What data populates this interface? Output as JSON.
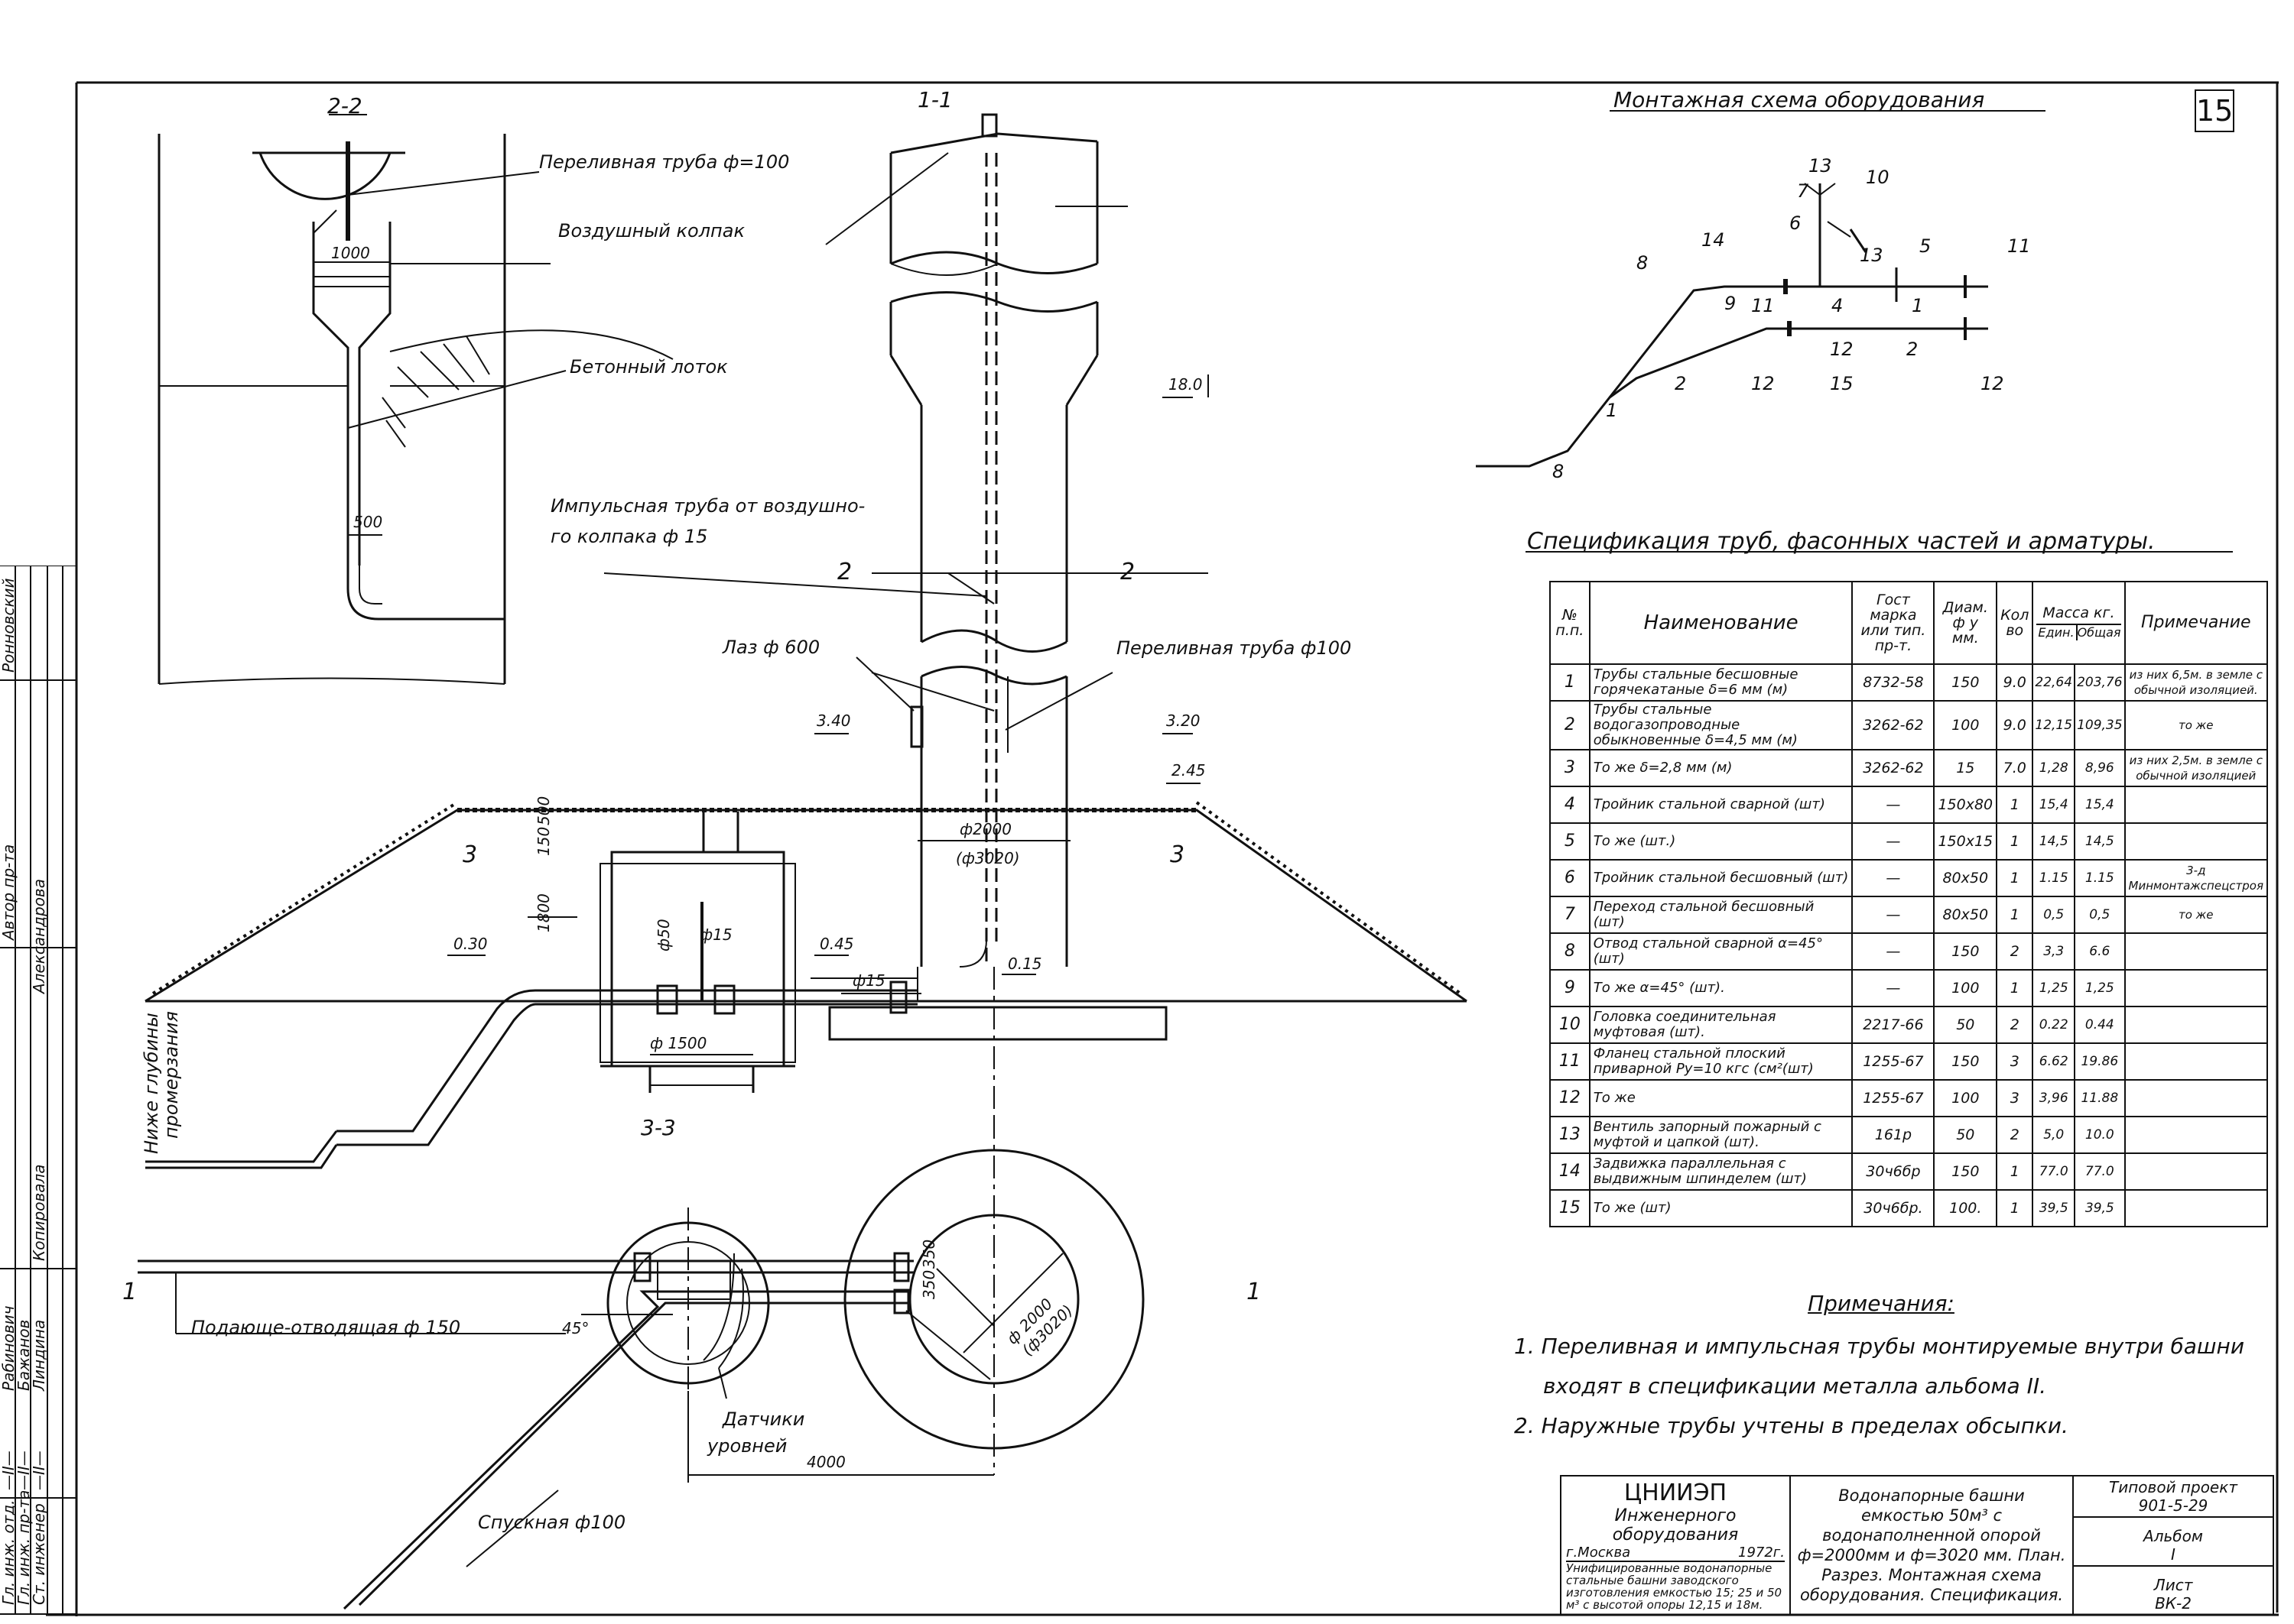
{
  "page_number": "15",
  "sections": {
    "sec_2_2": "2-2",
    "sec_1_1": "1-1",
    "sec_3_3": "3-3"
  },
  "labels": {
    "overflow_pipe_100a": "Переливная труба ф=100",
    "air_cap": "Воздушный колпак",
    "concrete_tray": "Бетонный лоток",
    "impulse_pipe_1": "Импульсная труба от воздушно-",
    "impulse_pipe_2": "го колпака ф 15",
    "manhole": "Лаз ф 600",
    "overflow_pipe_100b": "Переливная труба ф100",
    "frost_line_1": "Ниже глубины",
    "frost_line_2": "промерзания",
    "supply_pipe": "Подающе-отводящая ф 150",
    "drain_pipe": "Спускная ф100",
    "level_sensors_1": "Датчики",
    "level_sensors_2": "уровней"
  },
  "dims": {
    "d1000": "1000",
    "d500": "500",
    "el18": "18.0",
    "el340": "3.40",
    "el320": "3.20",
    "el245": "2.45",
    "el045": "0.45",
    "el030": "0.30",
    "el015": "0.15",
    "d2000": "ф2000",
    "d3020": "(ф3020)",
    "d1500": "ф 1500",
    "d1800": "1800",
    "d150": "150",
    "d500b": "500",
    "phi15a": "ф15",
    "phi15b": "ф15",
    "phi50": "ф50",
    "d4000": "4000",
    "deg45": "45°",
    "d2000b": "ф 2000",
    "d3020b": "(ф3020)",
    "d350a": "350",
    "d350b": "350",
    "cut2l": "2",
    "cut2r": "2",
    "cut3l": "3",
    "cut3r": "3",
    "cut1l": "1",
    "cut1r": "1"
  },
  "scheme": {
    "title": "Монтажная схема оборудования",
    "tags": [
      "13",
      "7",
      "10",
      "6",
      "13",
      "14",
      "5",
      "11",
      "8",
      "11",
      "4",
      "1",
      "9",
      "12",
      "2",
      "2",
      "12",
      "15",
      "12",
      "1",
      "8"
    ]
  },
  "spec": {
    "title": "Спецификация труб, фасонных частей и арматуры.",
    "headers": {
      "no": "№ п.п.",
      "name": "Наименование",
      "gost": "Гост марка или тип. пр-т.",
      "dia": "Диам. ф у мм.",
      "qty": "Кол во",
      "mass": "Масса кг.",
      "unit": "Един.",
      "total": "Общая",
      "note": "Примечание"
    },
    "rows": [
      {
        "no": "1",
        "name": "Трубы стальные бесшовные горячекатаные δ=6 мм (м)",
        "gost": "8732-58",
        "dia": "150",
        "qty": "9.0",
        "unit": "22,64",
        "total": "203,76",
        "note": "из них 6,5м. в земле с обычной изоляцией."
      },
      {
        "no": "2",
        "name": "Трубы стальные водогазопроводные обыкновенные δ=4,5 мм (м)",
        "gost": "3262-62",
        "dia": "100",
        "qty": "9.0",
        "unit": "12,15",
        "total": "109,35",
        "note": "то же"
      },
      {
        "no": "3",
        "name": "То же δ=2,8 мм (м)",
        "gost": "3262-62",
        "dia": "15",
        "qty": "7.0",
        "unit": "1,28",
        "total": "8,96",
        "note": "из них 2,5м. в земле с обычной изоляцией"
      },
      {
        "no": "4",
        "name": "Тройник стальной сварной (шт)",
        "gost": "—",
        "dia": "150x80",
        "qty": "1",
        "unit": "15,4",
        "total": "15,4",
        "note": ""
      },
      {
        "no": "5",
        "name": "То же (шт.)",
        "gost": "—",
        "dia": "150x15",
        "qty": "1",
        "unit": "14,5",
        "total": "14,5",
        "note": ""
      },
      {
        "no": "6",
        "name": "Тройник стальной бесшовный (шт)",
        "gost": "—",
        "dia": "80x50",
        "qty": "1",
        "unit": "1.15",
        "total": "1.15",
        "note": "3-д Минмонтажспецстроя"
      },
      {
        "no": "7",
        "name": "Переход стальной бесшовный (шт)",
        "gost": "—",
        "dia": "80x50",
        "qty": "1",
        "unit": "0,5",
        "total": "0,5",
        "note": "то же"
      },
      {
        "no": "8",
        "name": "Отвод стальной сварной α=45° (шт)",
        "gost": "—",
        "dia": "150",
        "qty": "2",
        "unit": "3,3",
        "total": "6.6",
        "note": ""
      },
      {
        "no": "9",
        "name": "То же α=45° (шт).",
        "gost": "—",
        "dia": "100",
        "qty": "1",
        "unit": "1,25",
        "total": "1,25",
        "note": ""
      },
      {
        "no": "10",
        "name": "Головка соединительная муфтовая (шт).",
        "gost": "2217-66",
        "dia": "50",
        "qty": "2",
        "unit": "0.22",
        "total": "0.44",
        "note": ""
      },
      {
        "no": "11",
        "name": "Фланец стальной плоский приварной Ру=10 кгс (см²(шт)",
        "gost": "1255-67",
        "dia": "150",
        "qty": "3",
        "unit": "6.62",
        "total": "19.86",
        "note": ""
      },
      {
        "no": "12",
        "name": "То же",
        "gost": "1255-67",
        "dia": "100",
        "qty": "3",
        "unit": "3,96",
        "total": "11.88",
        "note": ""
      },
      {
        "no": "13",
        "name": "Вентиль запорный пожарный с муфтой и цапкой (шт).",
        "gost": "161р",
        "dia": "50",
        "qty": "2",
        "unit": "5,0",
        "total": "10.0",
        "note": ""
      },
      {
        "no": "14",
        "name": "Задвижка параллельная с выдвижным шпинделем (шт)",
        "gost": "30ч6бр",
        "dia": "150",
        "qty": "1",
        "unit": "77.0",
        "total": "77.0",
        "note": ""
      },
      {
        "no": "15",
        "name": "То же (шт)",
        "gost": "30ч6бр.",
        "dia": "100.",
        "qty": "1",
        "unit": "39,5",
        "total": "39,5",
        "note": ""
      }
    ]
  },
  "notes": {
    "heading": "Примечания:",
    "n1a": "1. Переливная и импульсная трубы монтируемые внутри башни",
    "n1b": "входят в спецификации металла альбома II.",
    "n2": "2. Наружные трубы учтены в пределах обсыпки."
  },
  "title_block": {
    "org1": "ЦНИИЭП",
    "org2": "Инженерного оборудования",
    "city": "г.Москва",
    "year": "1972г.",
    "desc": "Унифицированные водонапорные стальные башни заводского изготовления емкостью 15; 25 и 50 м³ с высотой опоры 12,15 и 18м.",
    "main": "Водонапорные башни емкостью 50м³ с водонаполненной опорой ф=2000мм и ф=3020 мм. План. Разрез. Монтажная схема оборудования. Спецификация.",
    "proj_label": "Типовой проект",
    "proj": "901-5-29",
    "album_label": "Альбом",
    "album": "I",
    "sheet_label": "Лист",
    "sheet": "ВК-2"
  },
  "side_stamp": {
    "roles": [
      "Гл. инж. отд.",
      "Гл. инж. пр-та",
      "Ст. инженер"
    ],
    "names": [
      "Рабинович",
      "Бажанов",
      "Линдина"
    ],
    "marks": [
      "—II—",
      "—II—",
      "—II—"
    ],
    "author": "Автор пр-та",
    "copied": "Копировала",
    "n1": "Ронновский",
    "n2": "Александрова"
  }
}
